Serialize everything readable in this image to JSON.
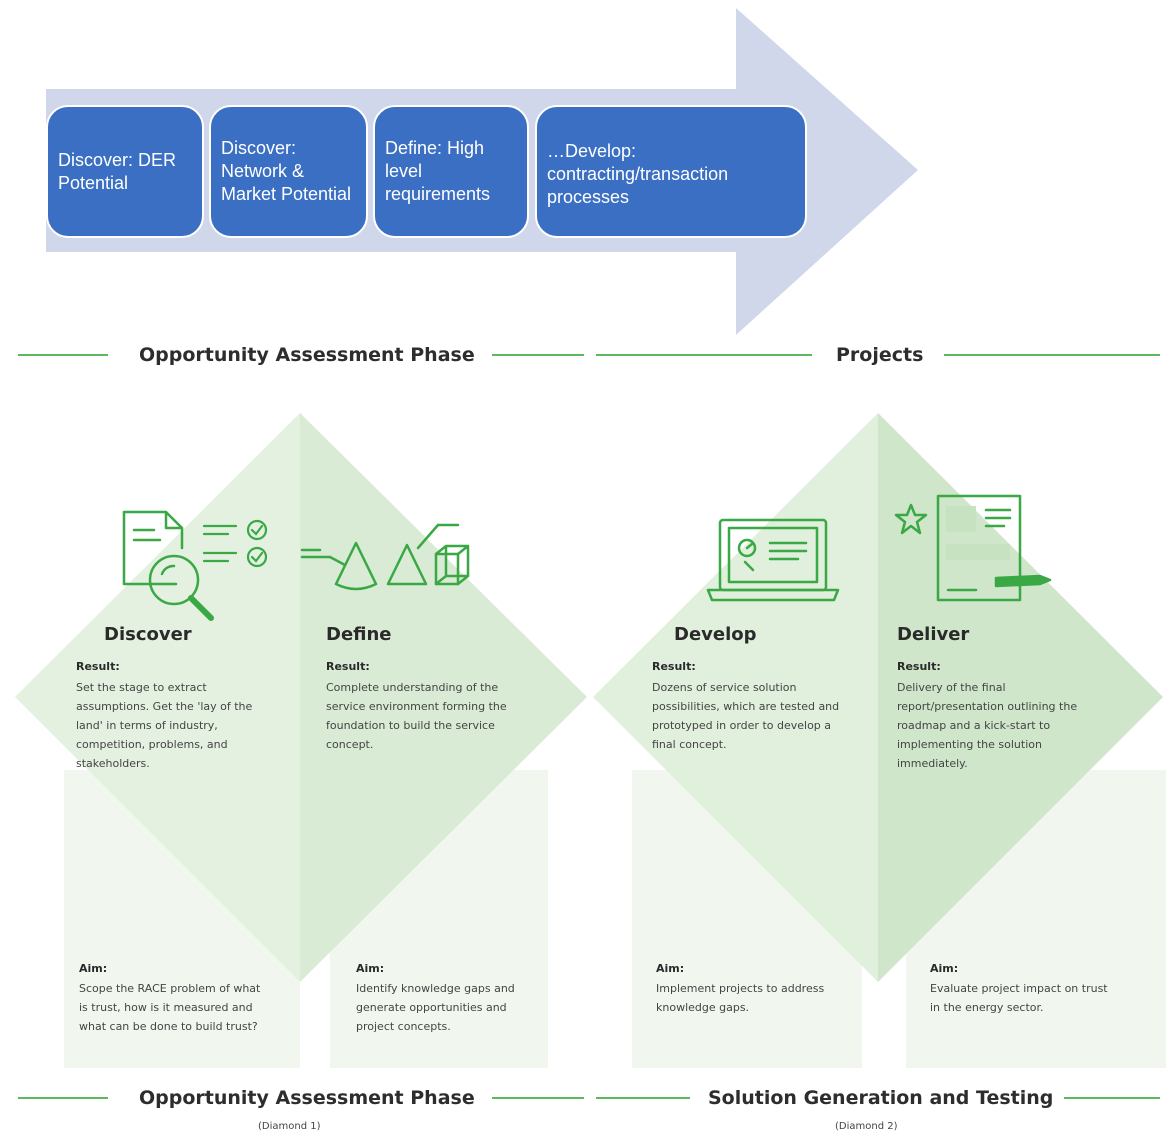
{
  "arrow_steps": [
    {
      "label": "Discover: DER Potential"
    },
    {
      "label": "Discover: Network & Market Potential"
    },
    {
      "label": "Define: High level requirements"
    },
    {
      "label": "…Develop: contracting/transaction processes"
    }
  ],
  "top_headers": {
    "left": "Opportunity Assessment Phase",
    "right": "Projects"
  },
  "stages": [
    {
      "title": "Discover",
      "result_label": "Result:",
      "result_text": "Set the stage to extract assumptions. Get the 'lay of the land' in terms of industry, competition, problems, and stakeholders.",
      "aim_label": "Aim:",
      "aim_text": "Scope the RACE problem of what is trust, how is it measured and what can be done to build trust?"
    },
    {
      "title": "Define",
      "result_label": "Result:",
      "result_text": "Complete understanding of the service environment forming the foundation to build the service concept.",
      "aim_label": "Aim:",
      "aim_text": "Identify knowledge gaps and generate opportunities and project concepts."
    },
    {
      "title": "Develop",
      "result_label": "Result:",
      "result_text": "Dozens of service solution possibilities, which are tested and prototyped in order to develop a final concept.",
      "aim_label": "Aim:",
      "aim_text": "Implement projects to address knowledge gaps."
    },
    {
      "title": "Deliver",
      "result_label": "Result:",
      "result_text": "Delivery of the final report/presentation outlining the roadmap and a kick-start to implementing the solution immediately.",
      "aim_label": "Aim:",
      "aim_text": "Evaluate project impact on trust in the energy sector."
    }
  ],
  "bottom_headers": {
    "left": "Opportunity Assessment Phase",
    "left_sub": "(Diamond 1)",
    "right": "Solution Generation and Testing",
    "right_sub": "(Diamond 2)"
  },
  "colors": {
    "arrow": "#d0d7ea",
    "box": "#3a6fc4",
    "green_line": "#5cb85c",
    "icon": "#39a845",
    "diamond_light": "#e6f2e4",
    "diamond_mid": "#d7ead3"
  }
}
